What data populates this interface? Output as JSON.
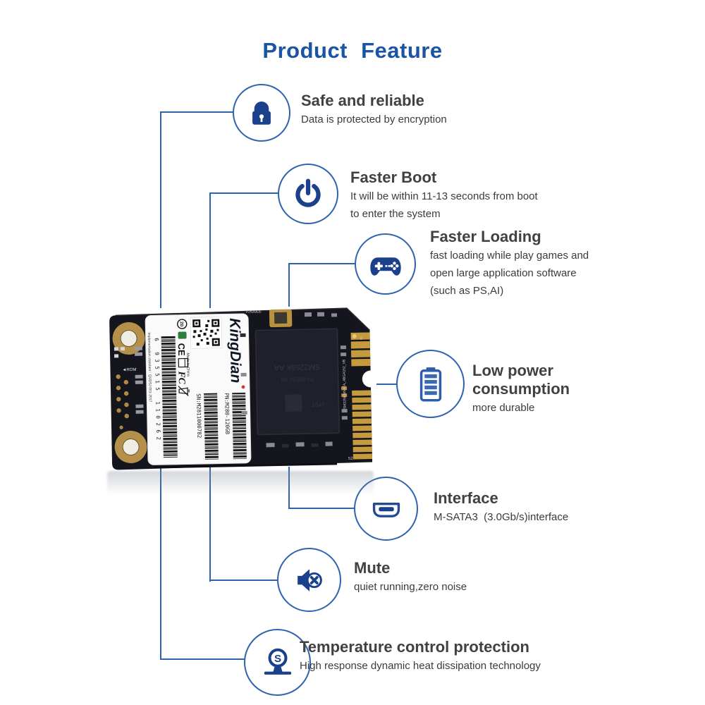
{
  "page": {
    "title": "Product Feature"
  },
  "colors": {
    "accent_blue": "#1a55a4",
    "line_blue": "#2e63ae",
    "icon_navy": "#1c418c",
    "heading_gray": "#414144",
    "body_gray": "#3b3b3d",
    "pcb_black": "#15151d",
    "gold": "#c69b3e"
  },
  "features": [
    {
      "icon": "lock-icon",
      "title": "Safe and reliable",
      "body": [
        "Data is protected by encryption"
      ]
    },
    {
      "icon": "power-icon",
      "title": "Faster Boot",
      "body": [
        "It will be within 11-13 seconds from boot",
        "to enter the system"
      ]
    },
    {
      "icon": "gamepad-icon",
      "title": "Faster Loading",
      "body": [
        "fast loading while play games and",
        "open large application software",
        "(such as PS,AI)"
      ]
    },
    {
      "icon": "battery-icon",
      "title": "Low power",
      "title2": "consumption",
      "body": [
        "more durable"
      ]
    },
    {
      "icon": "connector-icon",
      "title": "Interface",
      "body": [
        "M-SATA3  (3.0Gb/s)interface"
      ]
    },
    {
      "icon": "mute-speaker-icon",
      "title": "Mute",
      "body": [
        "quiet running,zero noise"
      ]
    },
    {
      "icon": "temperature-icon",
      "title": "Temperature control protection",
      "body": [
        "High response dynamic heat dissipation technology"
      ]
    }
  ],
  "product": {
    "brand": "KingDian",
    "label": {
      "pn": "PN:M280-120GB",
      "sn": "SN:M2811000782",
      "ean": "6935515110262",
      "ean_display": "6 935515 110262",
      "made_in": "Made in China",
      "standard": "Implementation standard : Q/JDSJ 001-2017",
      "marks": {
        "recycle": "20",
        "ce": "CE",
        "fcc": "FC"
      }
    },
    "chip": {
      "model": "SM2256K AA",
      "date_code": "1547"
    },
    "silk": {
      "toggle": "TOGGLE",
      "rom": "◄ROM",
      "edge_code": "SM2256/MSATA_4BGA152_VB",
      "pos_num": "52",
      "corner_num": "2"
    }
  }
}
